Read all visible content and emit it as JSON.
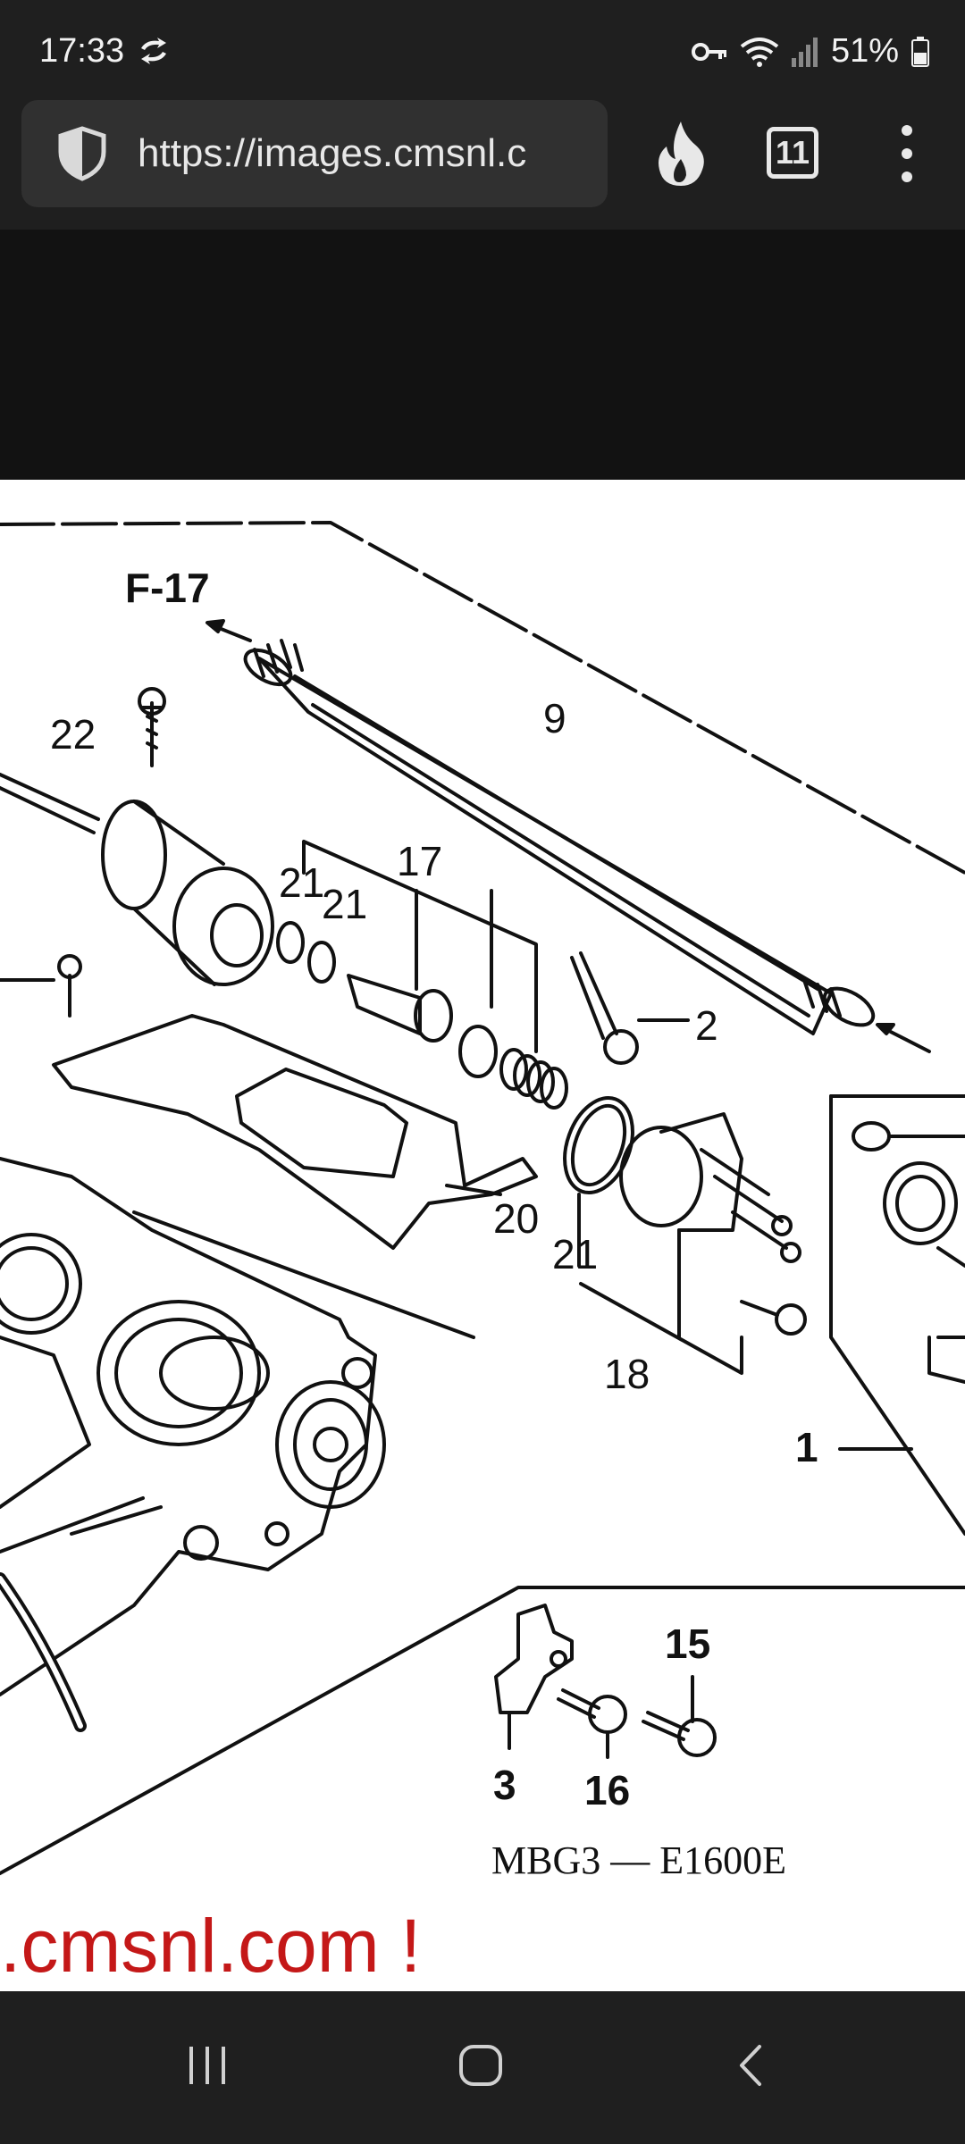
{
  "status": {
    "time": "17:33",
    "battery": "51%",
    "icons": [
      "sync-icon",
      "key-icon",
      "wifi-icon",
      "signal-icon",
      "battery-icon"
    ]
  },
  "browser": {
    "url": "https://images.cmsnl.c",
    "tab_count": "11",
    "icons": [
      "shield-icon",
      "fire-icon",
      "tabs-icon",
      "menu-icon"
    ]
  },
  "diagram": {
    "figure_ref": "F-17",
    "parts": [
      "22",
      "9",
      "21",
      "21",
      "17",
      "2",
      "20",
      "21",
      "18",
      "1",
      "15",
      "3",
      "16"
    ],
    "code": "MBG3 — E1600E",
    "watermark": ".cmsnl.com !"
  },
  "nav": {
    "icons": [
      "recent-apps-icon",
      "home-icon",
      "back-icon"
    ]
  },
  "colors": {
    "bar_bg": "#1f1f1f",
    "url_bg": "#303030",
    "watermark_red": "#c41818"
  }
}
